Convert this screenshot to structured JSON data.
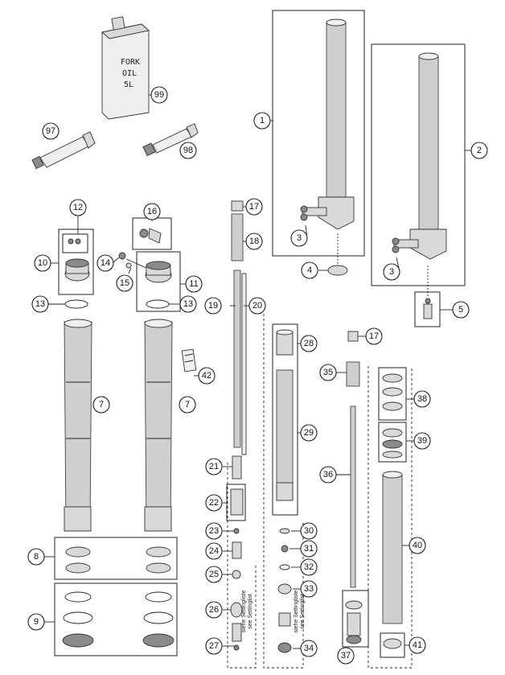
{
  "callouts": [
    {
      "id": "c1",
      "label": "1"
    },
    {
      "id": "c2",
      "label": "2"
    },
    {
      "id": "c3a",
      "label": "3"
    },
    {
      "id": "c3b",
      "label": "3"
    },
    {
      "id": "c4",
      "label": "4"
    },
    {
      "id": "c5",
      "label": "5"
    },
    {
      "id": "c7a",
      "label": "7"
    },
    {
      "id": "c7b",
      "label": "7"
    },
    {
      "id": "c8",
      "label": "8"
    },
    {
      "id": "c9",
      "label": "9"
    },
    {
      "id": "c10",
      "label": "10"
    },
    {
      "id": "c11",
      "label": "11"
    },
    {
      "id": "c12",
      "label": "12"
    },
    {
      "id": "c13a",
      "label": "13"
    },
    {
      "id": "c13b",
      "label": "13"
    },
    {
      "id": "c14",
      "label": "14"
    },
    {
      "id": "c15",
      "label": "15"
    },
    {
      "id": "c16",
      "label": "16"
    },
    {
      "id": "c17a",
      "label": "17"
    },
    {
      "id": "c17b",
      "label": "17"
    },
    {
      "id": "c18",
      "label": "18"
    },
    {
      "id": "c19",
      "label": "19"
    },
    {
      "id": "c20",
      "label": "20"
    },
    {
      "id": "c21",
      "label": "21"
    },
    {
      "id": "c22",
      "label": "22"
    },
    {
      "id": "c23",
      "label": "23"
    },
    {
      "id": "c24",
      "label": "24"
    },
    {
      "id": "c25",
      "label": "25"
    },
    {
      "id": "c26",
      "label": "26"
    },
    {
      "id": "c27",
      "label": "27"
    },
    {
      "id": "c28",
      "label": "28"
    },
    {
      "id": "c29",
      "label": "29"
    },
    {
      "id": "c30",
      "label": "30"
    },
    {
      "id": "c31",
      "label": "31"
    },
    {
      "id": "c32",
      "label": "32"
    },
    {
      "id": "c33",
      "label": "33"
    },
    {
      "id": "c34",
      "label": "34"
    },
    {
      "id": "c35",
      "label": "35"
    },
    {
      "id": "c36",
      "label": "36"
    },
    {
      "id": "c37",
      "label": "37"
    },
    {
      "id": "c38",
      "label": "38"
    },
    {
      "id": "c39",
      "label": "39"
    },
    {
      "id": "c40",
      "label": "40"
    },
    {
      "id": "c41",
      "label": "41"
    },
    {
      "id": "c42",
      "label": "42"
    },
    {
      "id": "c97",
      "label": "97"
    },
    {
      "id": "c98",
      "label": "98"
    },
    {
      "id": "c99",
      "label": "99"
    }
  ],
  "can_label": {
    "line1": "FORK",
    "line2": "OIL",
    "line3": "5L"
  },
  "setting_note": {
    "line1": "siehe Settingliste",
    "line2": "see Settinglist"
  }
}
